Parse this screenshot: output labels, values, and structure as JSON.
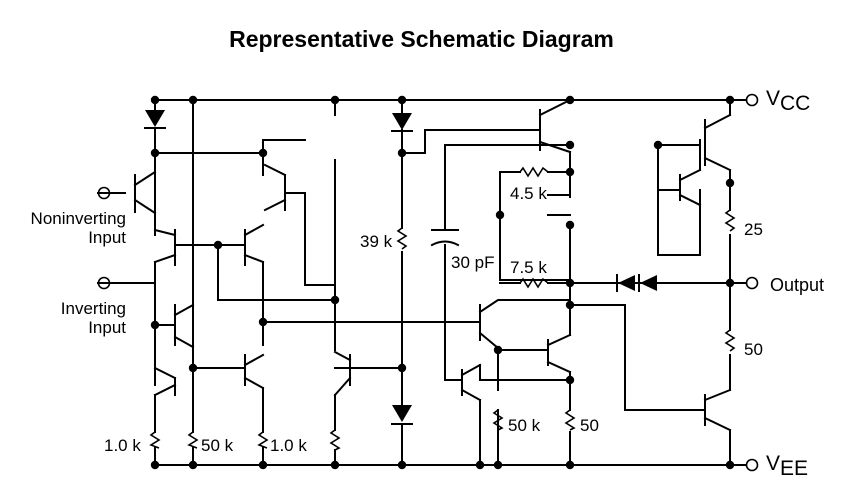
{
  "title": "Representative Schematic Diagram",
  "rails": {
    "vcc": {
      "main": "V",
      "sub": "CC"
    },
    "vee": {
      "main": "V",
      "sub": "EE"
    }
  },
  "terminals": {
    "noninverting": [
      "Noninverting",
      "Input"
    ],
    "inverting": [
      "Inverting",
      "Input"
    ],
    "output": "Output"
  },
  "components": {
    "r_39k": "39 k",
    "c_30pf": "30 pF",
    "r_4_5k": "4.5 k",
    "r_7_5k": "7.5 k",
    "r_25": "25",
    "r_50_out": "50",
    "r_1k_left": "1.0 k",
    "r_50k_left": "50 k",
    "r_1k_mid": "1.0 k",
    "r_50k_right": "50 k",
    "r_50_right": "50"
  }
}
